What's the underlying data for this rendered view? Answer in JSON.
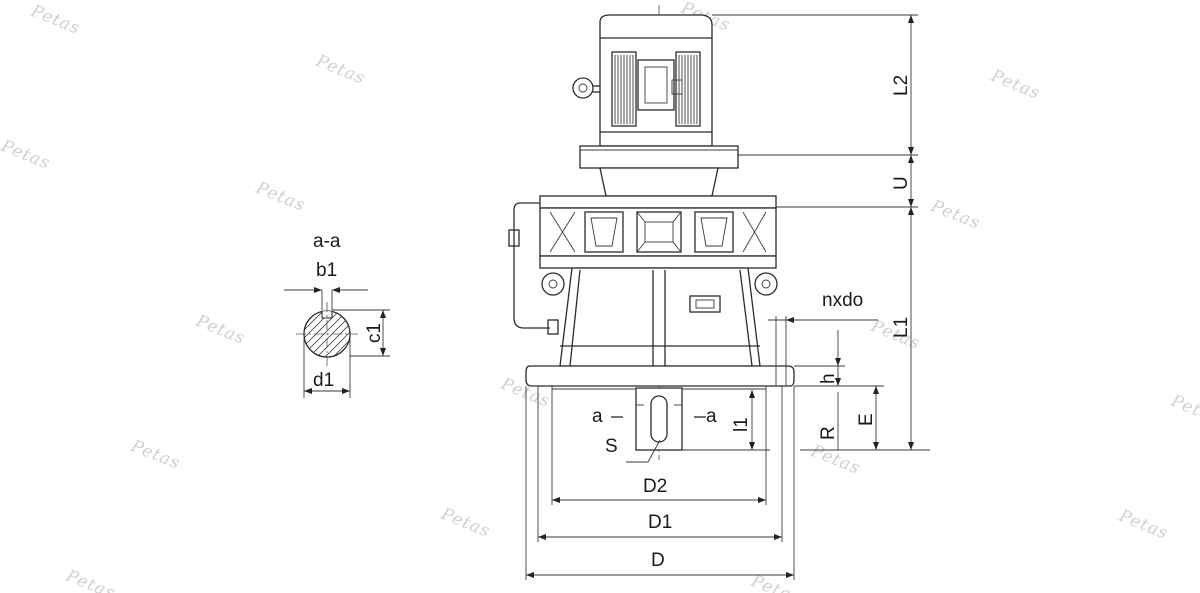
{
  "watermark": "Petas",
  "section": {
    "title": "a-a",
    "b1": "b1",
    "c1": "c1",
    "d1": "d1"
  },
  "dimensions": {
    "L2": "L2",
    "U": "U",
    "L1": "L1",
    "nxdo": "nxdo",
    "h": "h",
    "R": "R",
    "E": "E",
    "l1": "l1",
    "a_left": "a",
    "a_right": "a",
    "S": "S",
    "D2": "D2",
    "D1": "D1",
    "D": "D"
  }
}
